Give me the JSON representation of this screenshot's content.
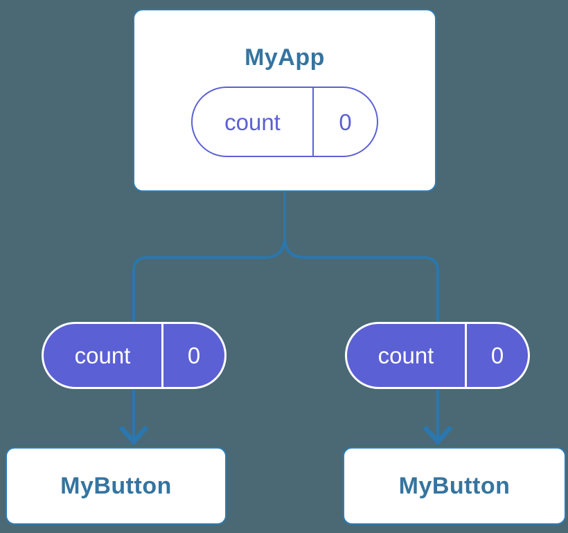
{
  "colors": {
    "background": "#4a6974",
    "connector": "#2b77ae",
    "card_bg": "#ffffff",
    "card_border": "#2e7db6",
    "component_text": "#35749f",
    "purple": "#5b60d4",
    "pill_text": "#ffffff"
  },
  "diagram": {
    "root": {
      "name": "MyApp",
      "state": {
        "key": "count",
        "value": "0"
      }
    },
    "children": [
      {
        "name": "MyButton",
        "prop": {
          "key": "count",
          "value": "0"
        }
      },
      {
        "name": "MyButton",
        "prop": {
          "key": "count",
          "value": "0"
        }
      }
    ]
  }
}
